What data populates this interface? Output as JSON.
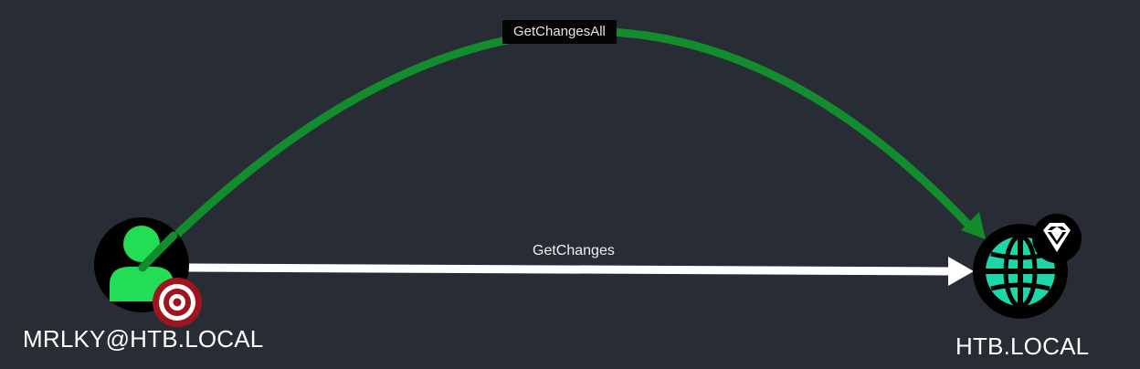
{
  "colors": {
    "background": "#282c34",
    "edge_get_changes_all": "#138c2e",
    "edge_get_changes": "#ffffff",
    "user_icon": "#22dd55",
    "domain_icon": "#1dd7a8",
    "target_badge": "#a0141e",
    "node_fill": "#000000"
  },
  "nodes": {
    "user": {
      "label": "MRLKY@HTB.LOCAL",
      "icon": "user-icon",
      "badge_icon": "target-icon"
    },
    "domain": {
      "label": "HTB.LOCAL",
      "icon": "globe-icon",
      "badge_icon": "diamond-icon"
    }
  },
  "edges": {
    "get_changes_all": {
      "label": "GetChangesAll"
    },
    "get_changes": {
      "label": "GetChanges"
    }
  }
}
